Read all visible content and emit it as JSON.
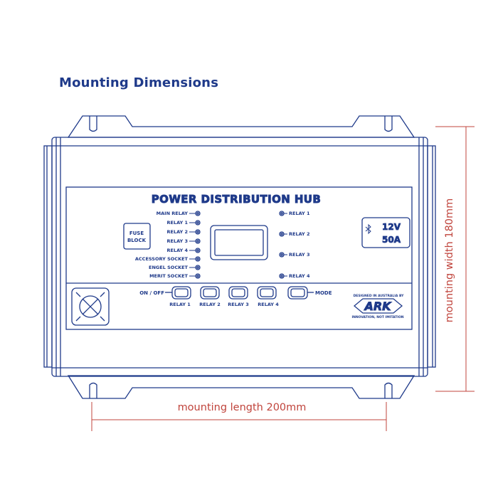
{
  "page": {
    "heading": "Mounting Dimensions"
  },
  "device": {
    "title": "POWER DISTRIBUTION HUB",
    "left_indicators": [
      "MAIN RELAY",
      "RELAY 1",
      "RELAY 2",
      "RELAY 3",
      "RELAY 4",
      "ACCESSORY SOCKET",
      "ENGEL SOCKET",
      "MERIT SOCKET"
    ],
    "right_indicators": [
      "RELAY 1",
      "RELAY 2",
      "RELAY 3",
      "RELAY 4"
    ],
    "fuse_block": [
      "FUSE",
      "BLOCK"
    ],
    "rating": {
      "voltage": "12V",
      "current": "50A"
    },
    "buttons": {
      "on_off": "ON / OFF",
      "mode": "MODE",
      "relay_labels": [
        "RELAY 1",
        "RELAY 2",
        "RELAY 3",
        "RELAY 4"
      ]
    },
    "brand": {
      "tagline": "DESIGNED IN AUSTRALIA BY",
      "name": "ARK",
      "slogan": "INNOVATION, NOT IMITATION"
    }
  },
  "dimensions": {
    "width_label": "mounting width 180mm",
    "length_label": "mounting length 200mm"
  },
  "colors": {
    "line": "#1f3a8a",
    "dimension": "#c0443c"
  }
}
